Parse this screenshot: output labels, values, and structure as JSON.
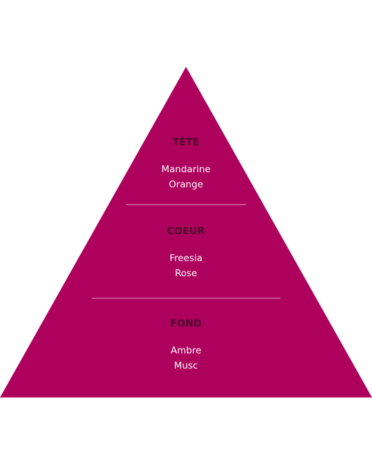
{
  "colors": {
    "background": "#ffffff",
    "pyramid": "#ae005d",
    "tier_title": "#4a0a2c",
    "note_text": "#ffffff",
    "divider": "#e9a3c8"
  },
  "tiers": [
    {
      "title": "TÊTE",
      "notes": [
        "Mandarine",
        "Orange"
      ]
    },
    {
      "title": "COEUR",
      "notes": [
        "Freesia",
        "Rose"
      ]
    },
    {
      "title": "FOND",
      "notes": [
        "Ambre",
        "Musc"
      ]
    }
  ]
}
